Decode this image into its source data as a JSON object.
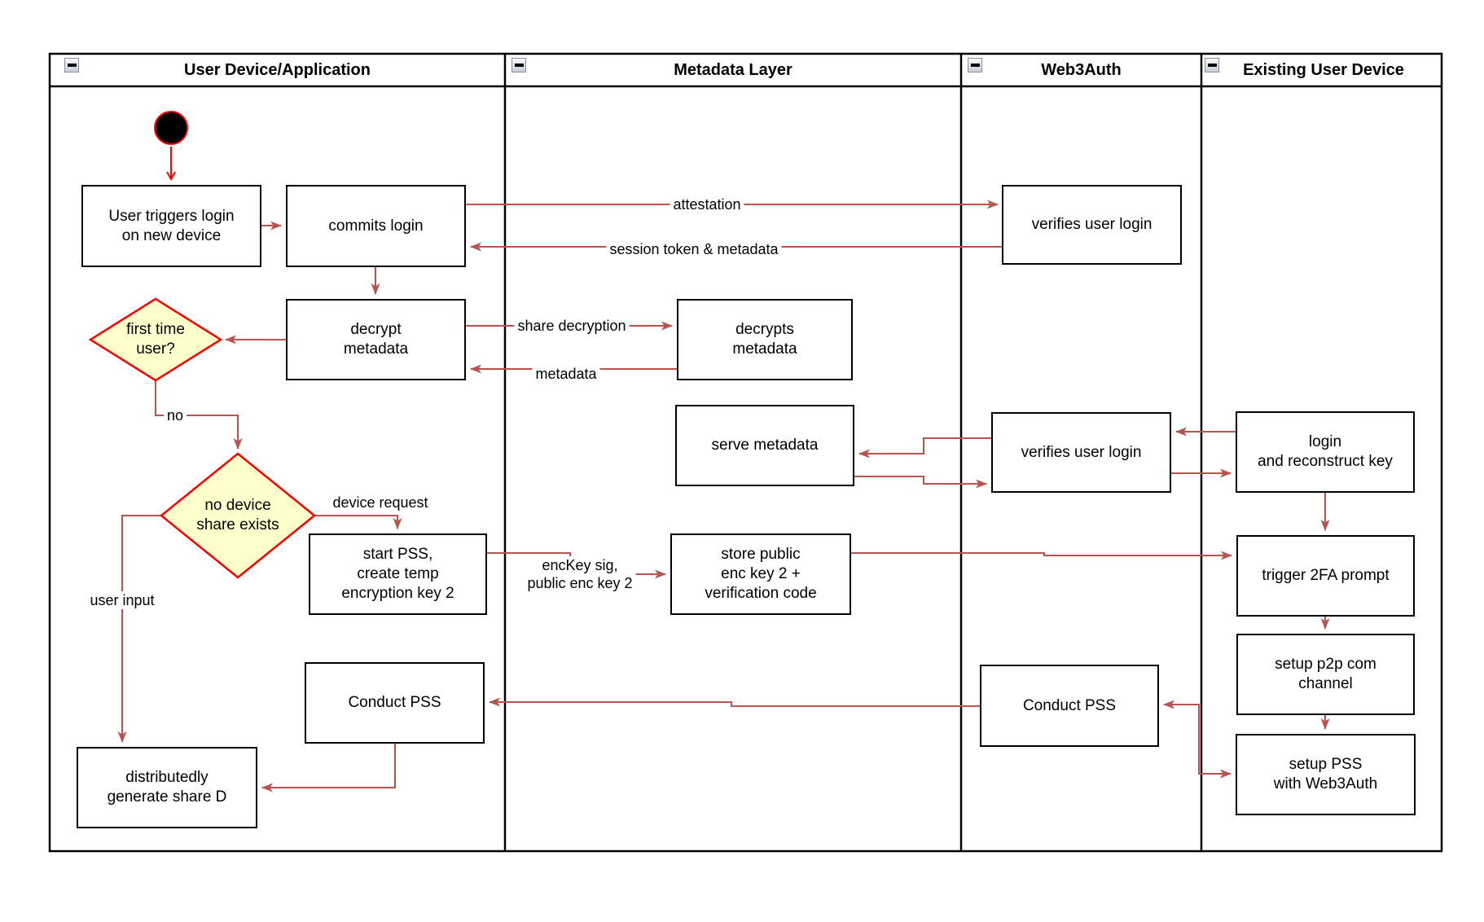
{
  "diagram": {
    "lanes": [
      {
        "label": "User Device/Application"
      },
      {
        "label": "Metadata Layer"
      },
      {
        "label": "Web3Auth"
      },
      {
        "label": "Existing User Device"
      }
    ],
    "nodes": {
      "start": "start-state",
      "user_triggers": "User triggers login\non new device",
      "commits_login": "commits login",
      "decrypt_metadata": "decrypt\nmetadata",
      "first_time_user": "first time\nuser?",
      "no_device_share": "no device\nshare exists",
      "start_pss": "start PSS,\ncreate temp\nencryption key 2",
      "conduct_pss_left": "Conduct PSS",
      "distributedly_generate": "distributedly\ngenerate share D",
      "decrypts_metadata": "decrypts\nmetadata",
      "serve_metadata": "serve metadata",
      "store_public": "store public\nenc key 2 +\nverification code",
      "verifies_user_login_1": "verifies user login",
      "verifies_user_login_2": "verifies user login",
      "conduct_pss_right": "Conduct PSS",
      "login_reconstruct": "login\nand reconstruct key",
      "trigger_2fa": "trigger 2FA prompt",
      "setup_p2p": "setup p2p com\nchannel",
      "setup_pss": "setup PSS\nwith Web3Auth"
    },
    "edge_labels": {
      "attestation": "attestation",
      "session_token": "session token & metadata",
      "share_decryption": "share decryption",
      "metadata": "metadata",
      "no": "no",
      "device_request": "device request",
      "user_input": "user input",
      "enckey": "encKey sig,\npublic enc key 2"
    },
    "colors": {
      "edge": "#B85450",
      "start_edge": "#FF0000",
      "decision_fill": "#FFFFCC",
      "decision_border": "#FF0000",
      "node_border": "#000000",
      "node_fill": "#FFFFFF"
    }
  }
}
